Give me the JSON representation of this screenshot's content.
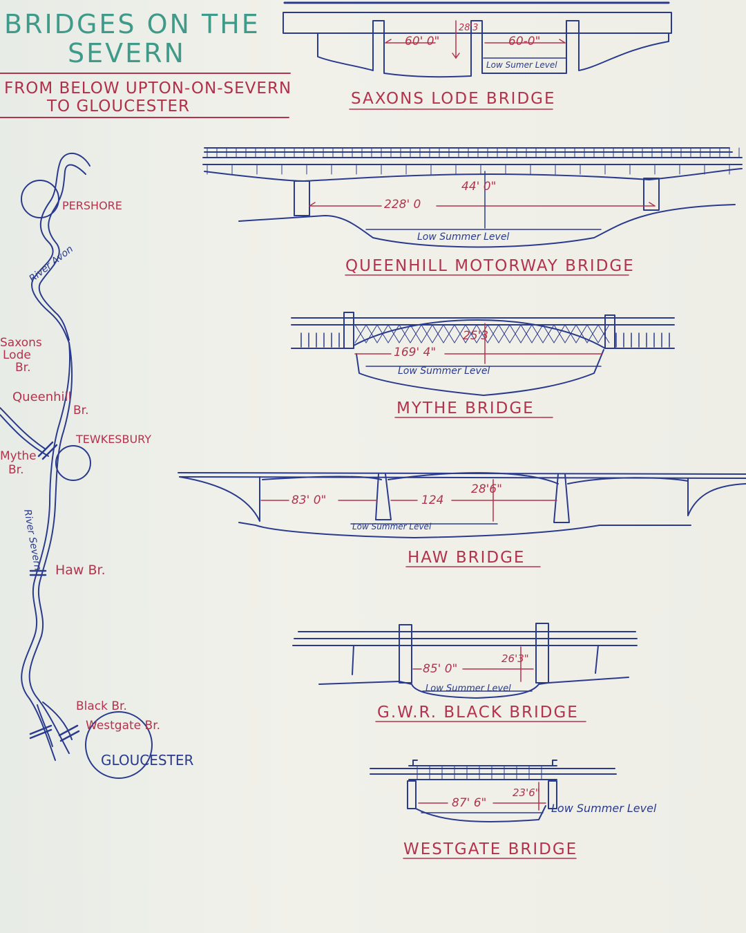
{
  "title": {
    "line1": "BRIDGES ON THE",
    "line2": "SEVERN"
  },
  "subtitle": {
    "line1": "FROM BELOW UPTON-ON-SEVERN",
    "line2": "TO GLOUCESTER"
  },
  "map": {
    "pershore": "PERSHORE",
    "river_avon": "River Avon",
    "saxons_lode": [
      "Saxons",
      "Lode",
      "Br."
    ],
    "queenhill": [
      "Queenhill",
      "Br."
    ],
    "tewkesbury": "TEWKESBURY",
    "mythe": [
      "Mythe",
      "Br."
    ],
    "river_severn": "River Severn",
    "haw": "Haw Br.",
    "black": "Black Br.",
    "westgate": "Westgate Br.",
    "gloucester": "GLOUCESTER"
  },
  "bridges": {
    "saxons": {
      "name": "SAXONS LODE BRIDGE",
      "span1": "60' 0\"",
      "height": "28'3",
      "span2": "60-0\"",
      "low": "Low Sumer Level"
    },
    "queenhill": {
      "name": "QUEENHILL MOTORWAY BRIDGE",
      "span": "228' 0",
      "height": "44' 0\"",
      "low": "Low Summer Level"
    },
    "mythe": {
      "name": "MYTHE BRIDGE",
      "span": "169' 4\"",
      "height": "25'3",
      "low": "Low Summer Level"
    },
    "haw": {
      "name": "HAW BRIDGE",
      "span1": "83' 0\"",
      "span2": "124",
      "height": "28'6\"",
      "low": "Low Summer Level"
    },
    "black": {
      "name": "G.W.R. BLACK BRIDGE",
      "span": "85' 0\"",
      "height": "26'3\"",
      "low": "Low Summer Level"
    },
    "westgate": {
      "name": "WESTGATE BRIDGE",
      "span": "87' 6\"",
      "height": "23'6\"",
      "low": "Low Summer Level"
    }
  },
  "colors": {
    "ink_blue": "#2a3a8c",
    "ink_red": "#b3324c",
    "ink_teal": "#3f9a8a",
    "paper": "#efefe8"
  }
}
